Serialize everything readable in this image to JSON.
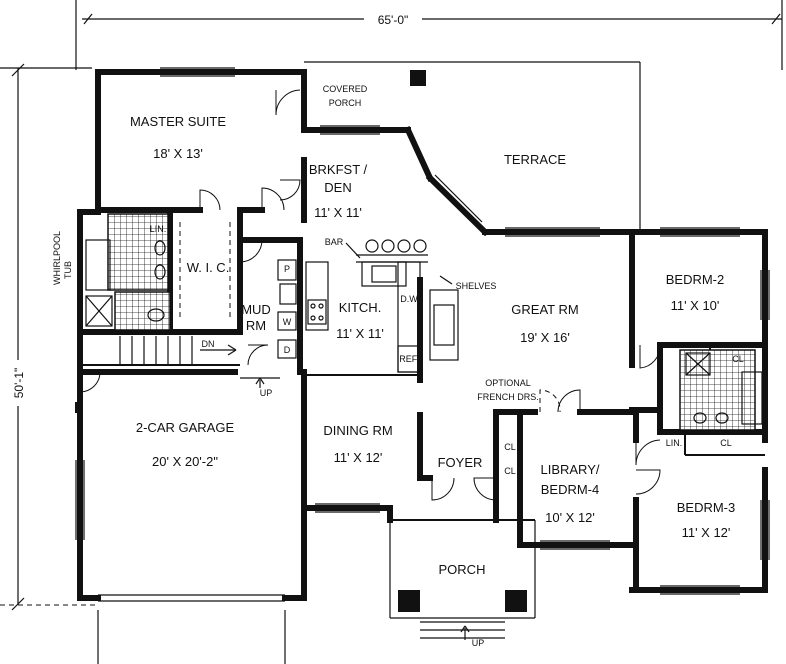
{
  "dimensions": {
    "width": "65'-0\"",
    "depth": "50'-1\""
  },
  "rooms": {
    "master_suite": {
      "name": "MASTER SUITE",
      "size": "18' X 13'"
    },
    "covered_porch": {
      "line1": "COVERED",
      "line2": "PORCH"
    },
    "brkfst_den": {
      "line1": "BRKFST /",
      "line2": "DEN",
      "size": "11' X 11'"
    },
    "terrace": {
      "name": "TERRACE"
    },
    "wic": {
      "name": "W. I. C."
    },
    "whirlpool": {
      "line1": "WHIRLPOOL",
      "line2": "TUB"
    },
    "lin_bath": {
      "name": "LIN."
    },
    "bar": {
      "name": "BAR"
    },
    "shelves": {
      "name": "SHELVES"
    },
    "pantry": {
      "name": "P"
    },
    "mud_rm": {
      "line1": "MUD",
      "line2": "RM"
    },
    "washer": {
      "name": "W"
    },
    "dryer": {
      "name": "D"
    },
    "kitchen": {
      "name": "KITCH.",
      "size": "11' X 11'"
    },
    "dishwasher": {
      "name": "D.W."
    },
    "refrigerator": {
      "name": "REF."
    },
    "great_rm": {
      "name": "GREAT RM",
      "size": "19' X 16'"
    },
    "bedrm2": {
      "name": "BEDRM-2",
      "size": "11' X 10'"
    },
    "closet": {
      "name": "CL"
    },
    "lin_hall": {
      "name": "LIN."
    },
    "stair_dn": {
      "name": "DN"
    },
    "stair_up": {
      "name": "UP"
    },
    "optional": {
      "line1": "OPTIONAL",
      "line2": "FRENCH DRS."
    },
    "garage": {
      "name": "2-CAR GARAGE",
      "size": "20' X 20'-2\""
    },
    "dining": {
      "name": "DINING RM",
      "size": "11' X 12'"
    },
    "foyer": {
      "name": "FOYER"
    },
    "library": {
      "line1": "LIBRARY/",
      "line2": "BEDRM-4",
      "size": "10' X 12'"
    },
    "bedrm3": {
      "name": "BEDRM-3",
      "size": "11' X 12'"
    },
    "porch": {
      "name": "PORCH"
    }
  }
}
